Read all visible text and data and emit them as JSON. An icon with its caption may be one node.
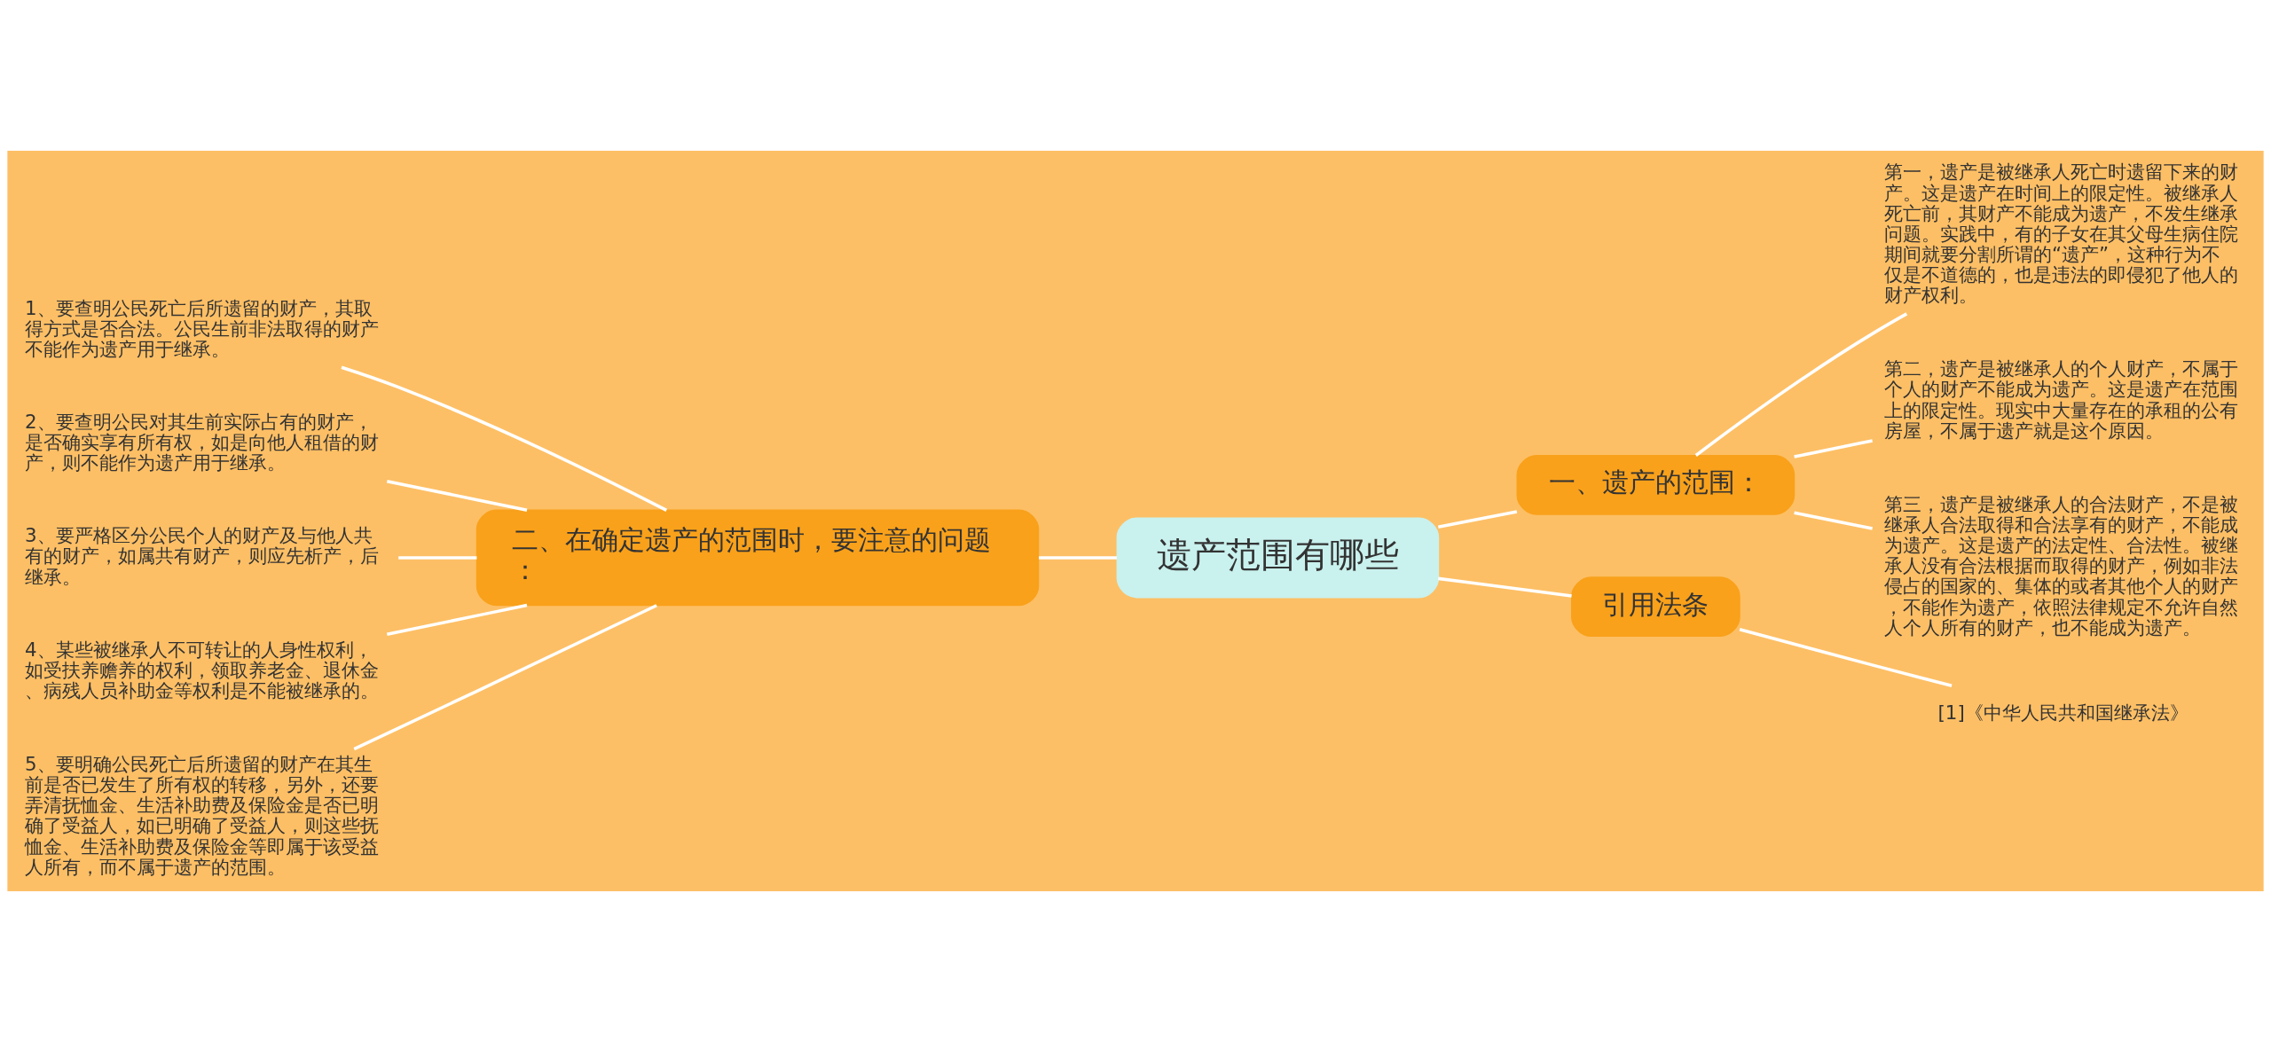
{
  "diagram": {
    "nodes": [
      {
        "text": [
          "遗产范围有哪些"
        ]
      },
      {
        "text": [
          "一、遗产的范围："
        ]
      },
      {
        "text": [
          "第一，遗产是被继承人死亡时遗留下来的财产。这是遗产在时间上的限定性。被继承人死亡前，其财产不能成为遗产，不发生继承问题。实践中，有的子女在其父母生病住院期间就要分割所谓的“遗产”，这种行为不仅是不道德的，也是违法的即侵犯了他人的财产权利。"
        ]
      },
      {
        "text": [
          "第二，遗产是被继承人的个人财产，不属于个人的财产不能成为遗产。这是遗产在范围上的限定性。现实中大量存在的承租的公有房屋，不属于遗产就是这个原因。"
        ]
      },
      {
        "text": [
          "第三，遗产是被继承人的合法财产，不是被继承人合法取得和合法享有的财产，不能成为遗产。这是遗产的法定性、合法性。被继承人没有合法根据而取得的财产，例如非法侵占的国家的、集体的或者其他个人的财产，不能作为遗产，依照法律规定不允许自然人个人所有的财产，也不能成为遗产。"
        ]
      },
      {
        "text": [
          "引用法条"
        ]
      },
      {
        "text": [
          "[1]《中华人民共和国继承法》"
        ]
      },
      {
        "text": [
          "二、在确定遗产的范围时，要注意的问题："
        ]
      },
      {
        "text": [
          "1、要查明公民死亡后所遗留的财产，其取得方式是否合法。公民生前非法取得的财产不能作为遗产用于继承。"
        ]
      },
      {
        "text": [
          "2、要查明公民对其生前实际占有的财产，是否确实享有所有权，如是向他人租借的财产，则不能作为遗产用于继承。"
        ]
      },
      {
        "text": [
          "3、要严格区分公民个人的财产及与他人共有的财产，如属共有财产，则应先析产，后继承。"
        ]
      },
      {
        "text": [
          "4、某些被继承人不可转让的人身性权利，如受扶养赡养的权利，领取养老金、退休金、病残人员补助金等权利是不能被继承的。"
        ]
      },
      {
        "text": [
          "5、要明确公民死亡后所遗留的财产在其生前是否已发生了所有权的转移，另外，还要弄清抚恤金、生活补助费及保险金是否已明确了受益人，如已明确了受益人，则这些抚恤金、生活补助费及保险金等即属于该受益人所有，而不属于遗产的范围。"
        ]
      }
    ],
    "edges": [
      {
        "from": 0,
        "to": 1,
        "arrow": "none"
      },
      {
        "from": 1,
        "to": 2,
        "arrow": "none"
      },
      {
        "from": 1,
        "to": 3,
        "arrow": "none"
      },
      {
        "from": 1,
        "to": 4,
        "arrow": "none"
      },
      {
        "from": 0,
        "to": 5,
        "arrow": "none"
      },
      {
        "from": 5,
        "to": 6,
        "arrow": "none"
      },
      {
        "from": 0,
        "to": 7,
        "arrow": "none"
      },
      {
        "from": 7,
        "to": 8,
        "arrow": "none"
      },
      {
        "from": 7,
        "to": 9,
        "arrow": "none"
      },
      {
        "from": 7,
        "to": 10,
        "arrow": "none"
      },
      {
        "from": 7,
        "to": 11,
        "arrow": "none"
      },
      {
        "from": 7,
        "to": 12,
        "arrow": "none"
      }
    ]
  }
}
